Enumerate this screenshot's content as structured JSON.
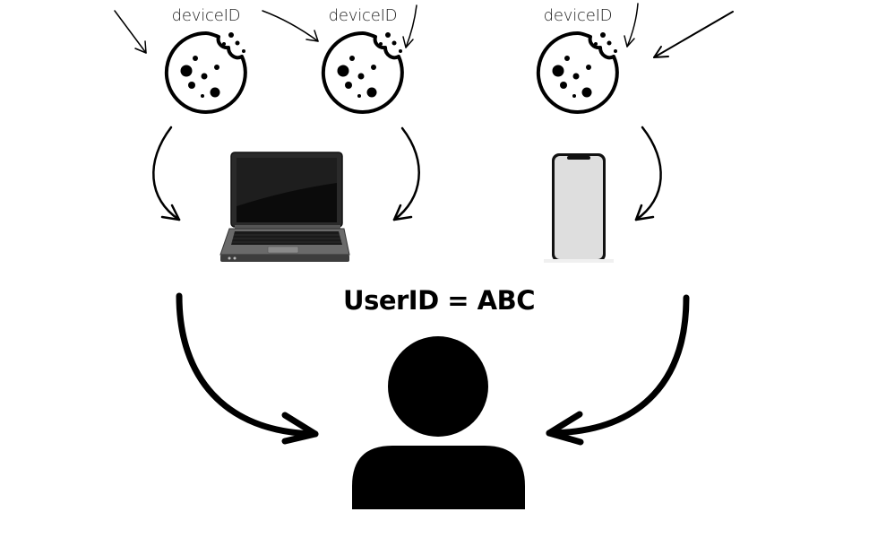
{
  "cookies": [
    {
      "label": "deviceID"
    },
    {
      "label": "deviceID"
    },
    {
      "label": "deviceID"
    }
  ],
  "user": {
    "id_label": "UserID = ABC"
  },
  "devices": {
    "laptop": {
      "icon": "laptop-icon"
    },
    "phone": {
      "icon": "smartphone-icon"
    }
  },
  "icons": {
    "cookie": "cookie-icon",
    "user": "user-icon"
  }
}
